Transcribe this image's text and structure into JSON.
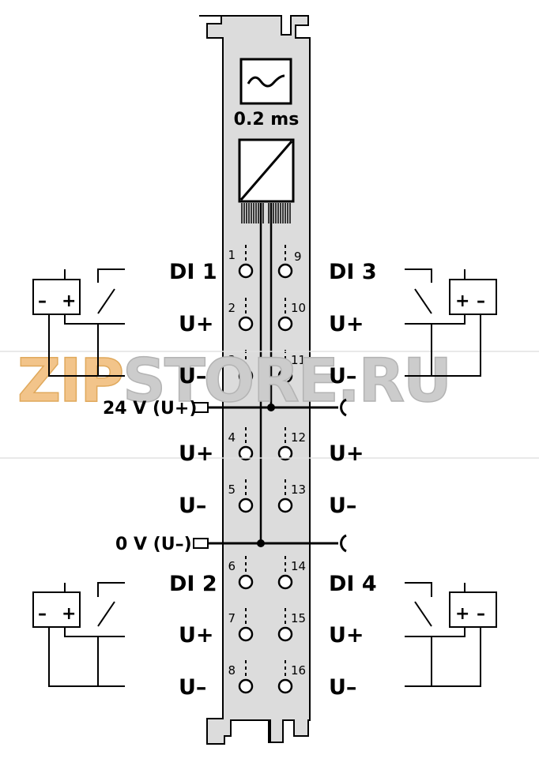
{
  "watermark": {
    "part1": "ZIP",
    "part2": "STORE.RU",
    "color1": "#f2c48a",
    "color2": "#cccccc"
  },
  "module": {
    "filter_time": "0.2 ms",
    "housing_color": "#dcdcdc",
    "filter_icon": "filter-wave-icon",
    "converter_icon": "signal-converter-icon"
  },
  "labels": {
    "di1": "DI 1",
    "di2": "DI 2",
    "di3": "DI 3",
    "di4": "DI 4",
    "u_plus": "U+",
    "u_minus": "U–",
    "supply_24v": "24 V (U+)",
    "supply_0v": "0 V (U–)"
  },
  "pins": {
    "left": [
      "1",
      "2",
      "3",
      "4",
      "5",
      "6",
      "7",
      "8"
    ],
    "right": [
      "9",
      "10",
      "11",
      "12",
      "13",
      "14",
      "15",
      "16"
    ]
  },
  "sensor": {
    "minus": "–",
    "plus": "+"
  }
}
